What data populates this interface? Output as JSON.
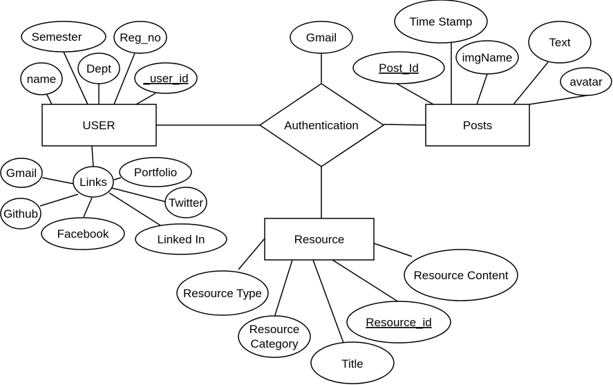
{
  "entities": {
    "user": "USER",
    "posts": "Posts",
    "resource": "Resource"
  },
  "relationships": {
    "authentication": "Authentication"
  },
  "user_attributes": {
    "semester": "Semester",
    "reg_no": "Reg_no",
    "name": "name",
    "dept": "Dept",
    "user_id": "_user_id",
    "links": "Links"
  },
  "link_attributes": {
    "gmail": "Gmail",
    "portfolio": "Portfolio",
    "github": "Github",
    "twitter": "Twitter",
    "facebook": "Facebook",
    "linked_in": "Linked In"
  },
  "auth_attributes": {
    "gmail": "Gmail"
  },
  "post_attributes": {
    "time_stamp": "Time Stamp",
    "post_id": "Post_Id",
    "img_name": "imgName",
    "text": "Text",
    "avatar": "avatar"
  },
  "resource_attributes": {
    "resource_type": "Resource Type",
    "resource_category_line1": "Resource",
    "resource_category_line2": "Category",
    "title": "Title",
    "resource_id": "Resource_id",
    "resource_content": "Resource Content"
  }
}
